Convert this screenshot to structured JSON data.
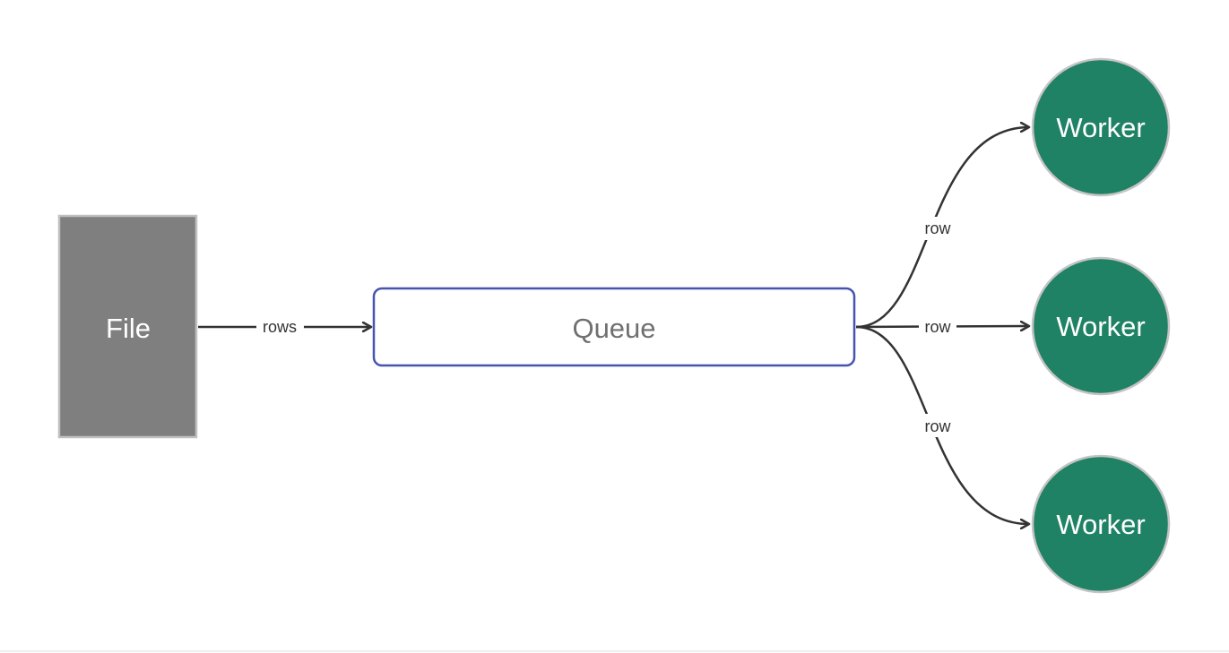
{
  "colors": {
    "file_fill": "#7f7f7f",
    "file_stroke": "#c0c0c0",
    "queue_stroke": "#4553b1",
    "queue_text": "#707070",
    "worker_fill": "#1f8265",
    "worker_stroke": "#c4c4c4",
    "edge": "#333333",
    "edge_text": "#333333",
    "node_text": "#ffffff"
  },
  "nodes": {
    "file": {
      "label": "File"
    },
    "queue": {
      "label": "Queue"
    },
    "workers": [
      {
        "label": "Worker"
      },
      {
        "label": "Worker"
      },
      {
        "label": "Worker"
      }
    ]
  },
  "edges": {
    "file_to_queue": {
      "label": "rows"
    },
    "queue_to_workers": [
      {
        "label": "row"
      },
      {
        "label": "row"
      },
      {
        "label": "row"
      }
    ]
  }
}
